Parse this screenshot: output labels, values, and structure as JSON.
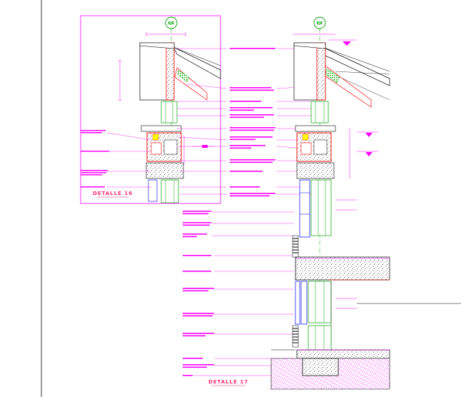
{
  "drawing": {
    "details": [
      {
        "label": "DETALLE 16"
      },
      {
        "label": "DETALLE 17"
      }
    ],
    "axis_markers": [
      {
        "label": "EJE"
      },
      {
        "label": "EJE"
      }
    ],
    "colors": {
      "background": "#ffffff",
      "annotation": "#ff00ff",
      "linework": "#0000ff",
      "structure": "#ff0000",
      "axis": "#00a000",
      "title": "#ff2a6e",
      "masonry": "#000000"
    }
  }
}
